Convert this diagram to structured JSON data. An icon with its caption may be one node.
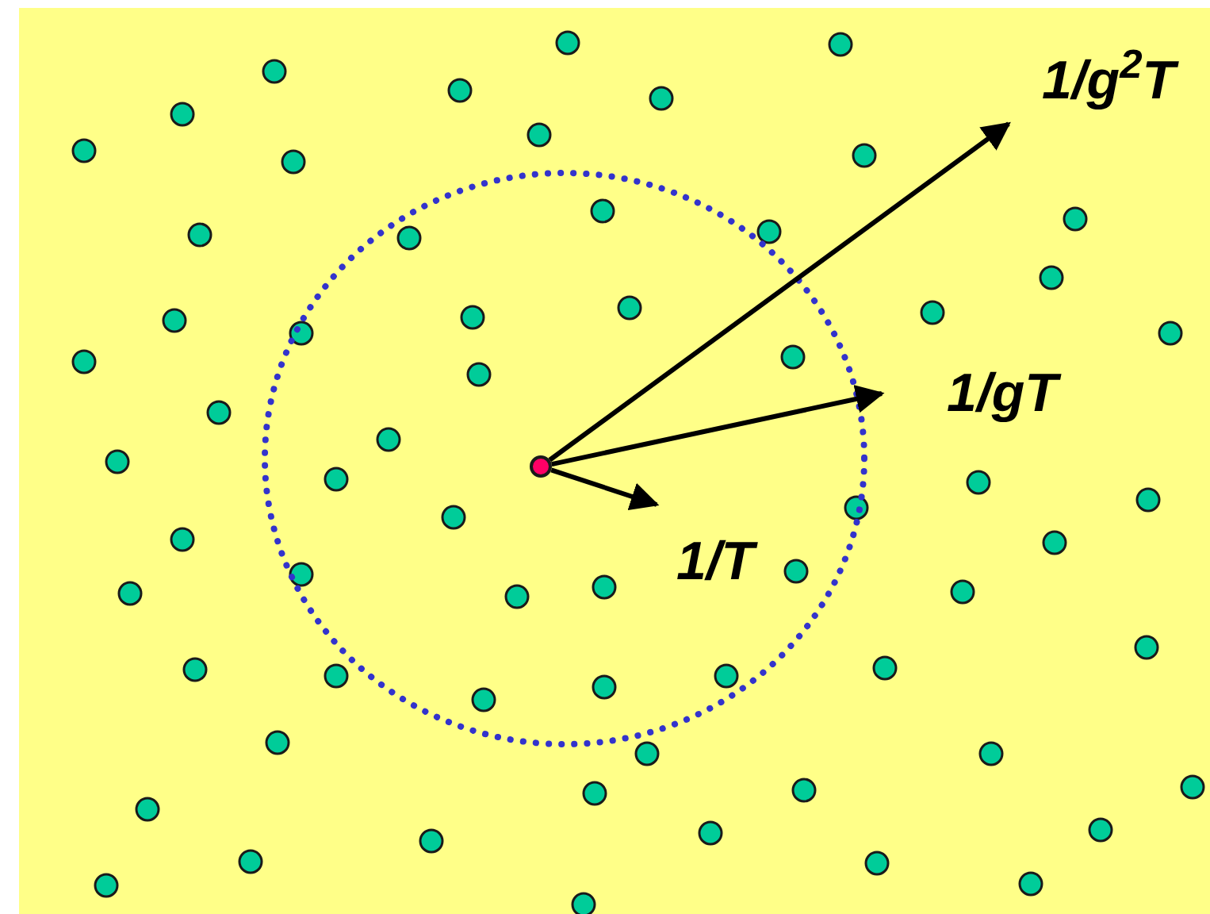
{
  "diagram": {
    "nodes": [
      {
        "text": [],
        "shape": "circle"
      },
      {
        "text": [
          "1/T"
        ]
      },
      {
        "text": [
          "1/gT"
        ]
      },
      {
        "text": [
          "1/g$^{2}$T"
        ]
      }
    ],
    "edges": [
      {
        "from": 0,
        "to": 1,
        "arrow": "to"
      },
      {
        "from": 0,
        "to": 2,
        "arrow": "to"
      },
      {
        "from": 0,
        "to": 3,
        "arrow": "to"
      }
    ]
  }
}
